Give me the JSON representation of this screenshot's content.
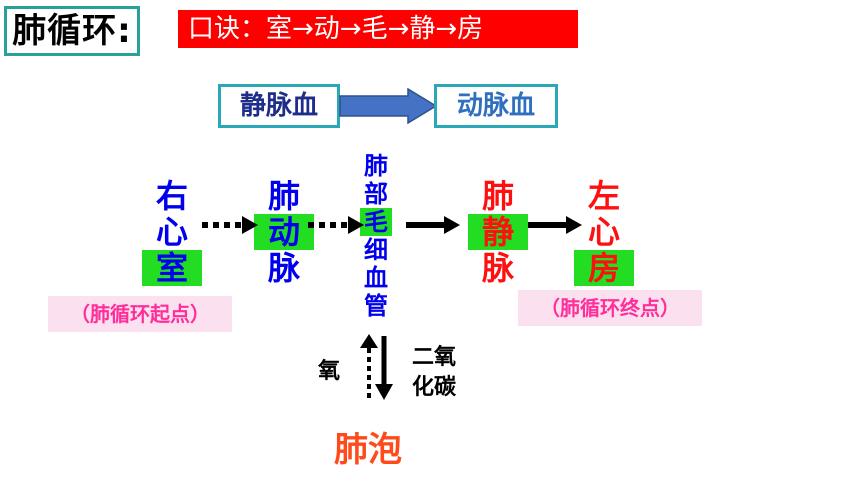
{
  "header": {
    "title": "肺循环:",
    "mnemonic": "口诀：室→动→毛→静→房"
  },
  "blood": {
    "venous": "静脉血",
    "arterial": "动脉血",
    "arrow_color": "#4472c4"
  },
  "flow": {
    "right_ventricle": [
      "右",
      "心",
      "室"
    ],
    "pulmonary_artery": [
      "肺",
      "动",
      "脉"
    ],
    "pulmonary_capillaries": [
      "肺",
      "部",
      "毛",
      "细",
      "血",
      "管"
    ],
    "pulmonary_vein": [
      "肺",
      "静",
      "脉"
    ],
    "left_atrium": [
      "左",
      "心",
      "房"
    ]
  },
  "notes": {
    "start": "（肺循环起点）",
    "end": "（肺循环终点）"
  },
  "exchange": {
    "oxygen": "氧",
    "co2_line1": "二氧",
    "co2_line2": "化碳",
    "alveoli": "肺泡"
  },
  "colors": {
    "deoxygenated": "#0000ee",
    "oxygenated": "#ff1010",
    "highlight": "#22dd22",
    "frame": "#2aa198"
  }
}
